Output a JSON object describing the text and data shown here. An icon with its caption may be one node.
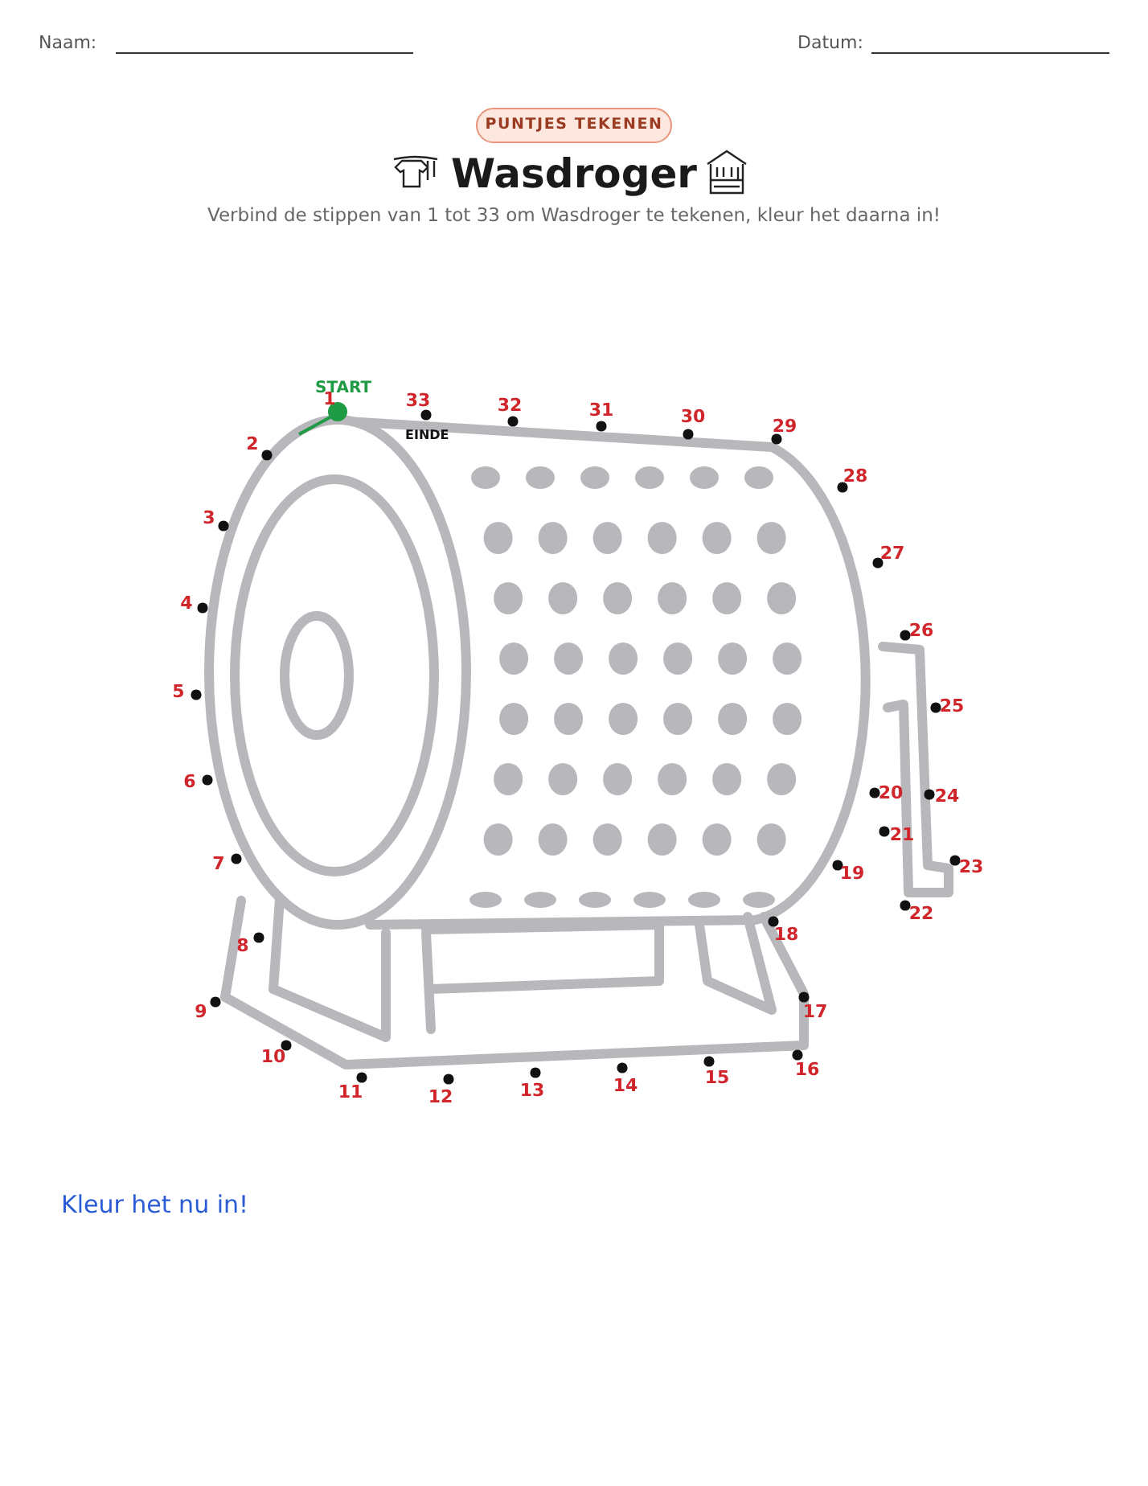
{
  "diagram": {
    "title": "Wasdroger",
    "labels": [
      "Naam:",
      "Datum:",
      "PUNTJES TEKENEN",
      "Verbind de stippen van 1 tot 33 om Wasdroger te tekenen, kleur het daarna in!",
      "START",
      "1",
      "2",
      "3",
      "4",
      "5",
      "6",
      "7",
      "8",
      "9",
      "10",
      "11",
      "12",
      "13",
      "14",
      "15",
      "16",
      "17",
      "18",
      "19",
      "20",
      "21",
      "22",
      "23",
      "24",
      "25",
      "26",
      "27",
      "28",
      "29",
      "30",
      "31",
      "32",
      "33",
      "EINDE",
      "Kleur het nu in!"
    ]
  }
}
